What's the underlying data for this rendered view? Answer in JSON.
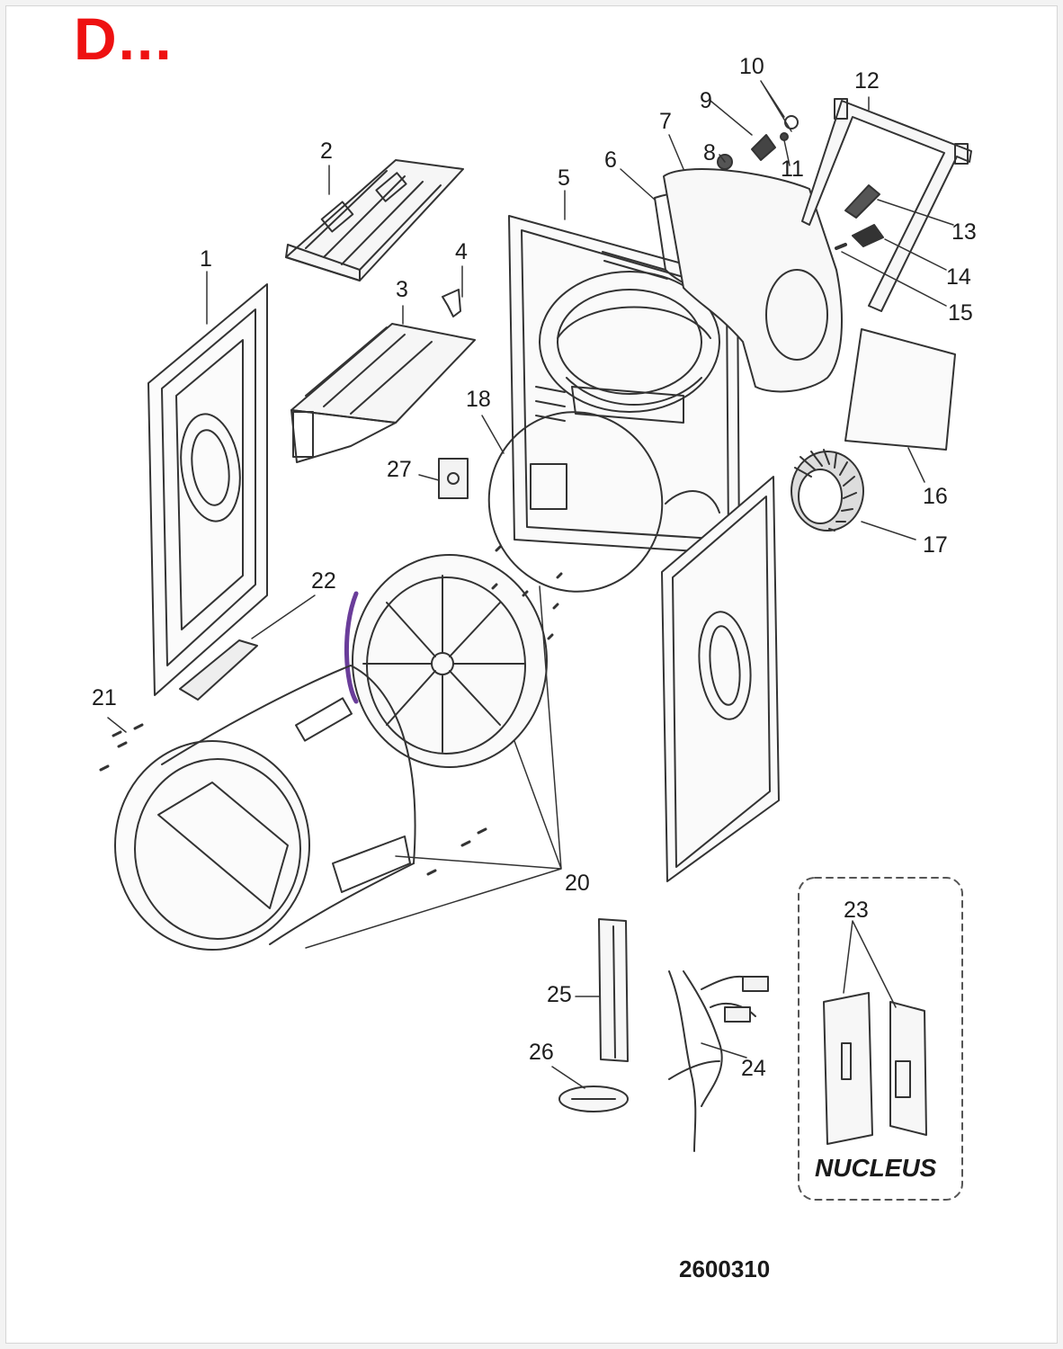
{
  "header": {
    "title": "D..."
  },
  "callouts": {
    "c1": "1",
    "c2": "2",
    "c3": "3",
    "c4": "4",
    "c5": "5",
    "c6": "6",
    "c7": "7",
    "c8": "8",
    "c9": "9",
    "c10": "10",
    "c11": "11",
    "c12": "12",
    "c13": "13",
    "c14": "14",
    "c15": "15",
    "c16": "16",
    "c17": "17",
    "c18": "18",
    "c20": "20",
    "c21": "21",
    "c22": "22",
    "c23": "23",
    "c24": "24",
    "c25": "25",
    "c26": "26",
    "c27": "27"
  },
  "nucleus_label": "NUCLEUS",
  "document_number": "2600310",
  "colors": {
    "title": "#ee1111",
    "line": "#333333",
    "accent_gasket": "#6a3d9a"
  }
}
